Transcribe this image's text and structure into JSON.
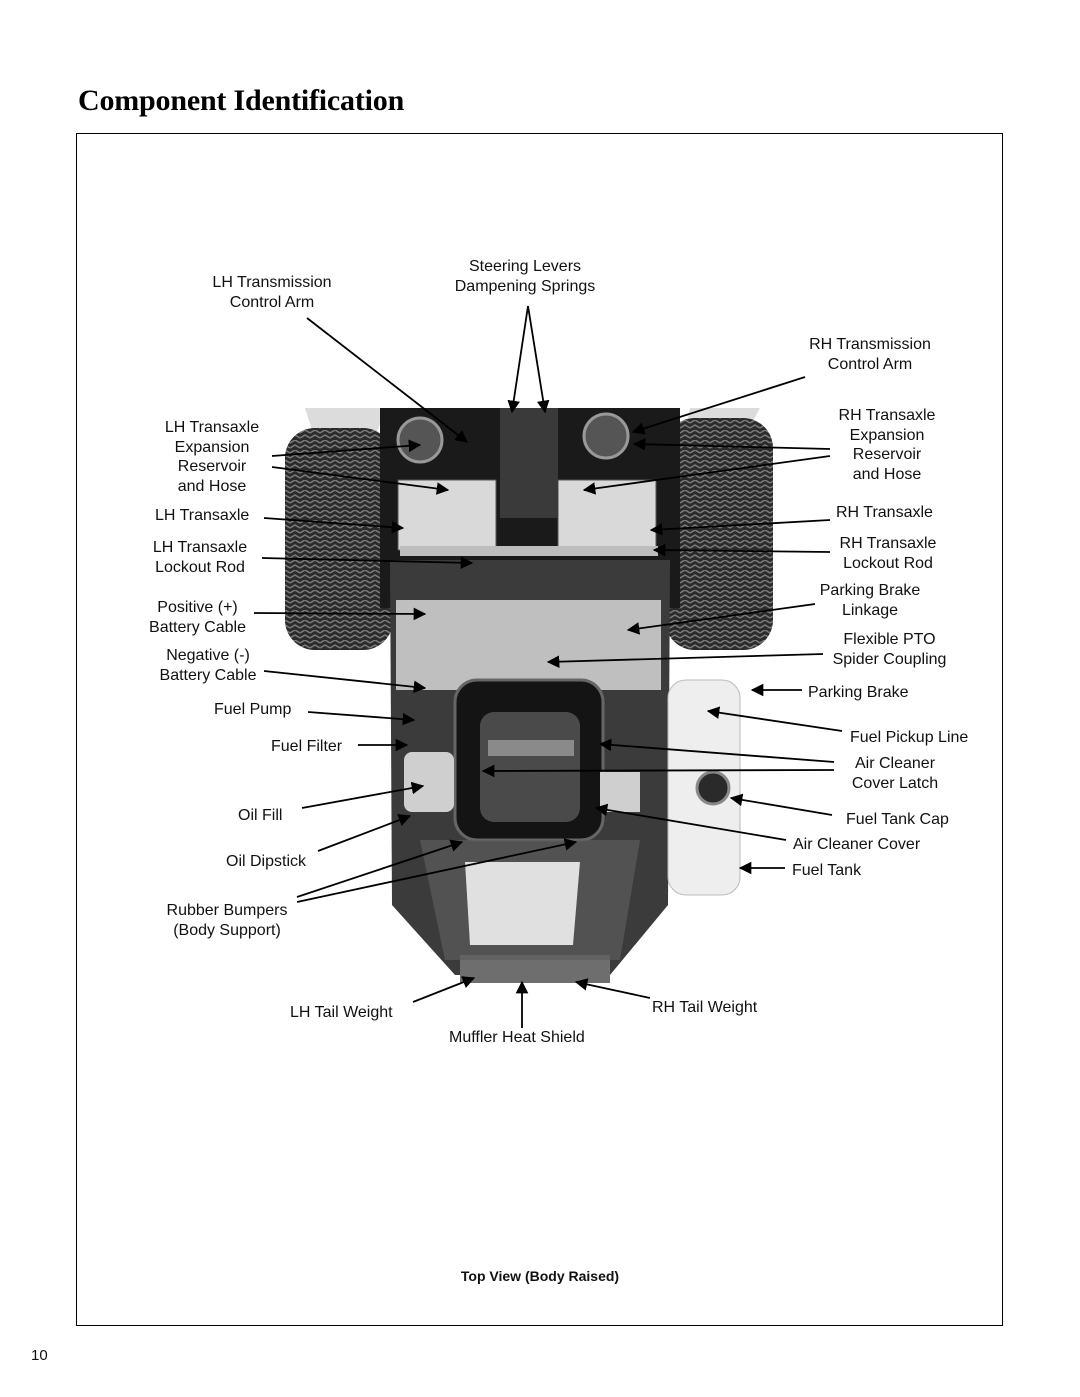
{
  "page": {
    "title": "Component Identification",
    "caption": "Top View (Body Raised)",
    "page_number": "10"
  },
  "labels": {
    "steering_levers": [
      "Steering Levers",
      "Dampening Springs"
    ],
    "lh_transmission": [
      "LH Transmission",
      "Control Arm"
    ],
    "rh_transmission": [
      "RH Transmission",
      "Control Arm"
    ],
    "lh_reservoir": [
      "LH Transaxle",
      "Expansion",
      "Reservoir",
      "and Hose"
    ],
    "rh_reservoir": [
      "RH Transaxle",
      "Expansion",
      "Reservoir",
      "and Hose"
    ],
    "lh_transaxle": "LH Transaxle",
    "rh_transaxle": "RH Transaxle",
    "lh_lockout": [
      "LH Transaxle",
      "Lockout Rod"
    ],
    "rh_lockout": [
      "RH Transaxle",
      "Lockout Rod"
    ],
    "parking_brake_linkage": [
      "Parking Brake",
      "Linkage"
    ],
    "positive_cable": [
      "Positive (+)",
      "Battery Cable"
    ],
    "flexible_pto": [
      "Flexible PTO",
      "Spider Coupling"
    ],
    "negative_cable": [
      "Negative (-)",
      "Battery Cable"
    ],
    "parking_brake": "Parking Brake",
    "fuel_pump": "Fuel Pump",
    "fuel_pickup": "Fuel Pickup Line",
    "fuel_filter": "Fuel Filter",
    "air_cleaner_latch": [
      "Air Cleaner",
      "Cover Latch"
    ],
    "oil_fill": "Oil Fill",
    "fuel_tank_cap": "Fuel Tank Cap",
    "air_cleaner_cover": "Air Cleaner Cover",
    "oil_dipstick": "Oil Dipstick",
    "fuel_tank": "Fuel Tank",
    "rubber_bumpers": [
      "Rubber Bumpers",
      "(Body Support)"
    ],
    "lh_tail_weight": "LH Tail Weight",
    "rh_tail_weight": "RH Tail Weight",
    "muffler": "Muffler Heat Shield"
  }
}
